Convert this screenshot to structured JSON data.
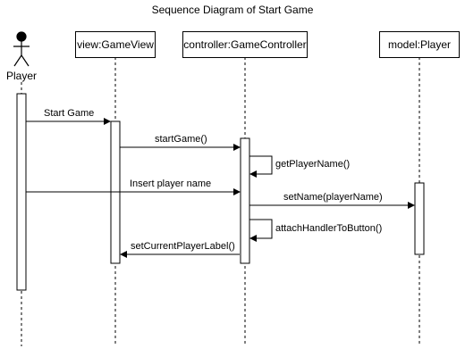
{
  "diagram": {
    "title": "Sequence Diagram of Start Game",
    "actor": {
      "label": "Player"
    },
    "participants": [
      {
        "key": "view",
        "label": "view:GameView"
      },
      {
        "key": "controller",
        "label": "controller:GameController"
      },
      {
        "key": "model",
        "label": "model:Player"
      }
    ],
    "messages": [
      {
        "from": "Player",
        "to": "view:GameView",
        "label": "Start Game",
        "kind": "call"
      },
      {
        "from": "view:GameView",
        "to": "controller:GameController",
        "label": "startGame()",
        "kind": "call"
      },
      {
        "from": "controller:GameController",
        "to": "controller:GameController",
        "label": "getPlayerName()",
        "kind": "self"
      },
      {
        "from": "Player",
        "to": "controller:GameController",
        "label": "Insert player name",
        "kind": "call"
      },
      {
        "from": "controller:GameController",
        "to": "model:Player",
        "label": "setName(playerName)",
        "kind": "call"
      },
      {
        "from": "controller:GameController",
        "to": "controller:GameController",
        "label": "attachHandlerToButton()",
        "kind": "self"
      },
      {
        "from": "controller:GameController",
        "to": "view:GameView",
        "label": "setCurrentPlayerLabel()",
        "kind": "call"
      }
    ]
  }
}
